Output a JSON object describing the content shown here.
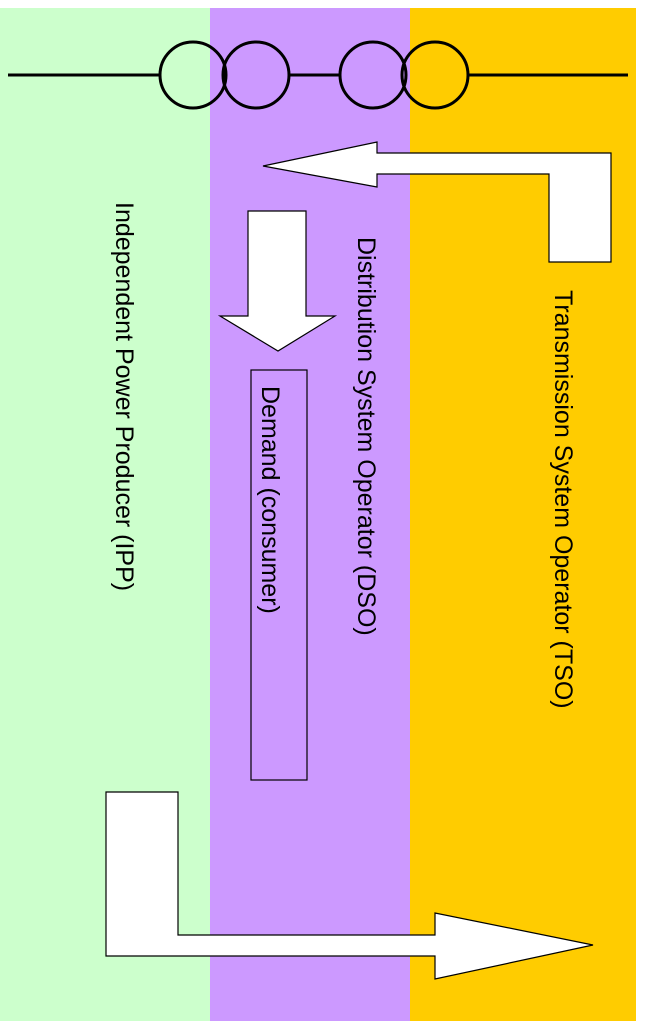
{
  "zones": {
    "ipp": {
      "label": "Independent Power Producer (IPP)",
      "color": "#ccffcc"
    },
    "dso": {
      "label": "Distribution System Operator (DSO)",
      "color": "#cc99ff"
    },
    "tso": {
      "label": "Transmission System Operator (TSO)",
      "color": "#ffcc00"
    }
  },
  "demand_box": {
    "label": "Demand (consumer)"
  },
  "colors": {
    "line": "#000000",
    "arrow_fill": "#ffffff",
    "border": "#ffffff"
  }
}
